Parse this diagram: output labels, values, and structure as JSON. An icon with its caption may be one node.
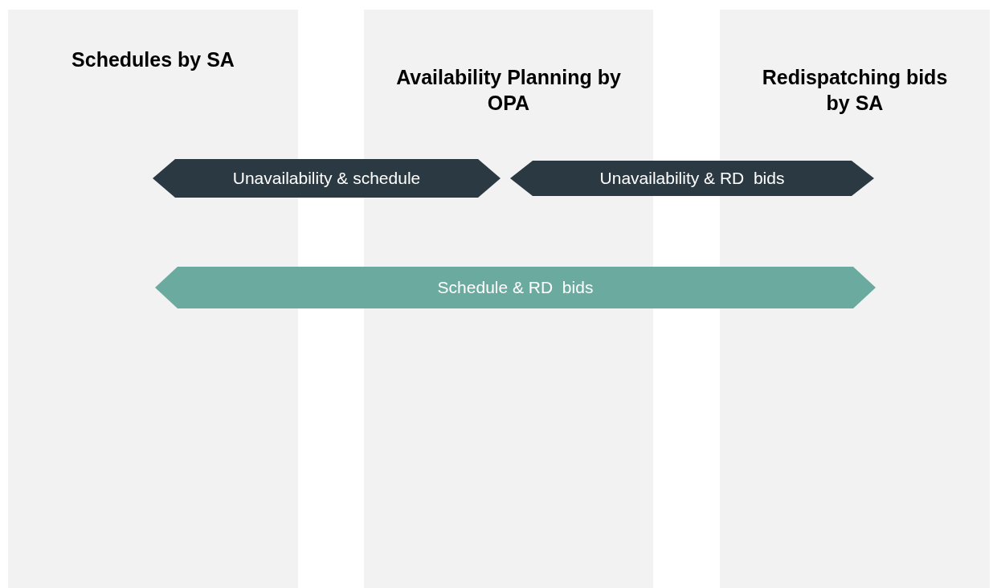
{
  "diagram": {
    "nodes": [
      {
        "text": [
          "Schedules by SA"
        ]
      },
      {
        "text": [
          "Availability Planning by OPA"
        ]
      },
      {
        "text": [
          "Redispatching bids by SA"
        ]
      },
      {
        "text": [
          "Unavailability & schedule"
        ]
      },
      {
        "text": [
          "Unavailability & RD  bids"
        ]
      },
      {
        "text": [
          "Schedule & RD  bids"
        ]
      }
    ]
  }
}
